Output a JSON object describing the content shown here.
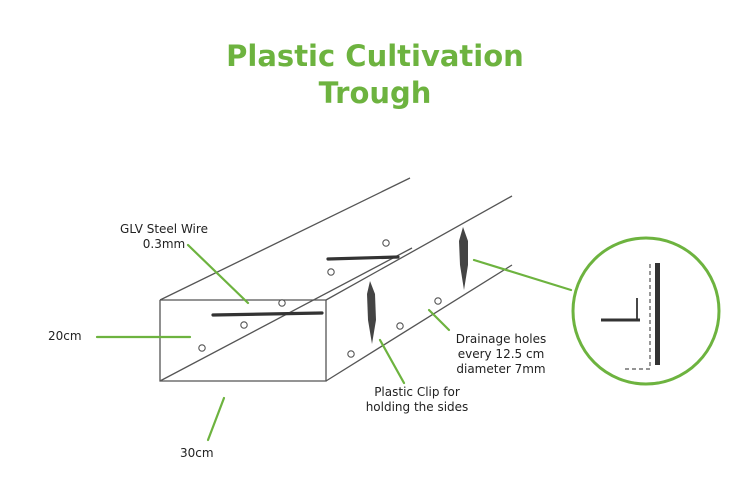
{
  "title": {
    "line1": "Plastic Cultivation",
    "line2": "Trough"
  },
  "labels": {
    "steel_wire_line1": "GLV Steel Wire",
    "steel_wire_line2": "0.3mm",
    "height": "20cm",
    "width": "30cm",
    "drainage_line1": "Drainage holes",
    "drainage_line2": "every 12.5 cm",
    "drainage_line3": "diameter 7mm",
    "clip_line1": "Plastic Clip for",
    "clip_line2": "holding the sides"
  },
  "colors": {
    "accent": "#6db33f",
    "outline": "#555555",
    "dark": "#333333",
    "text": "#222222"
  }
}
